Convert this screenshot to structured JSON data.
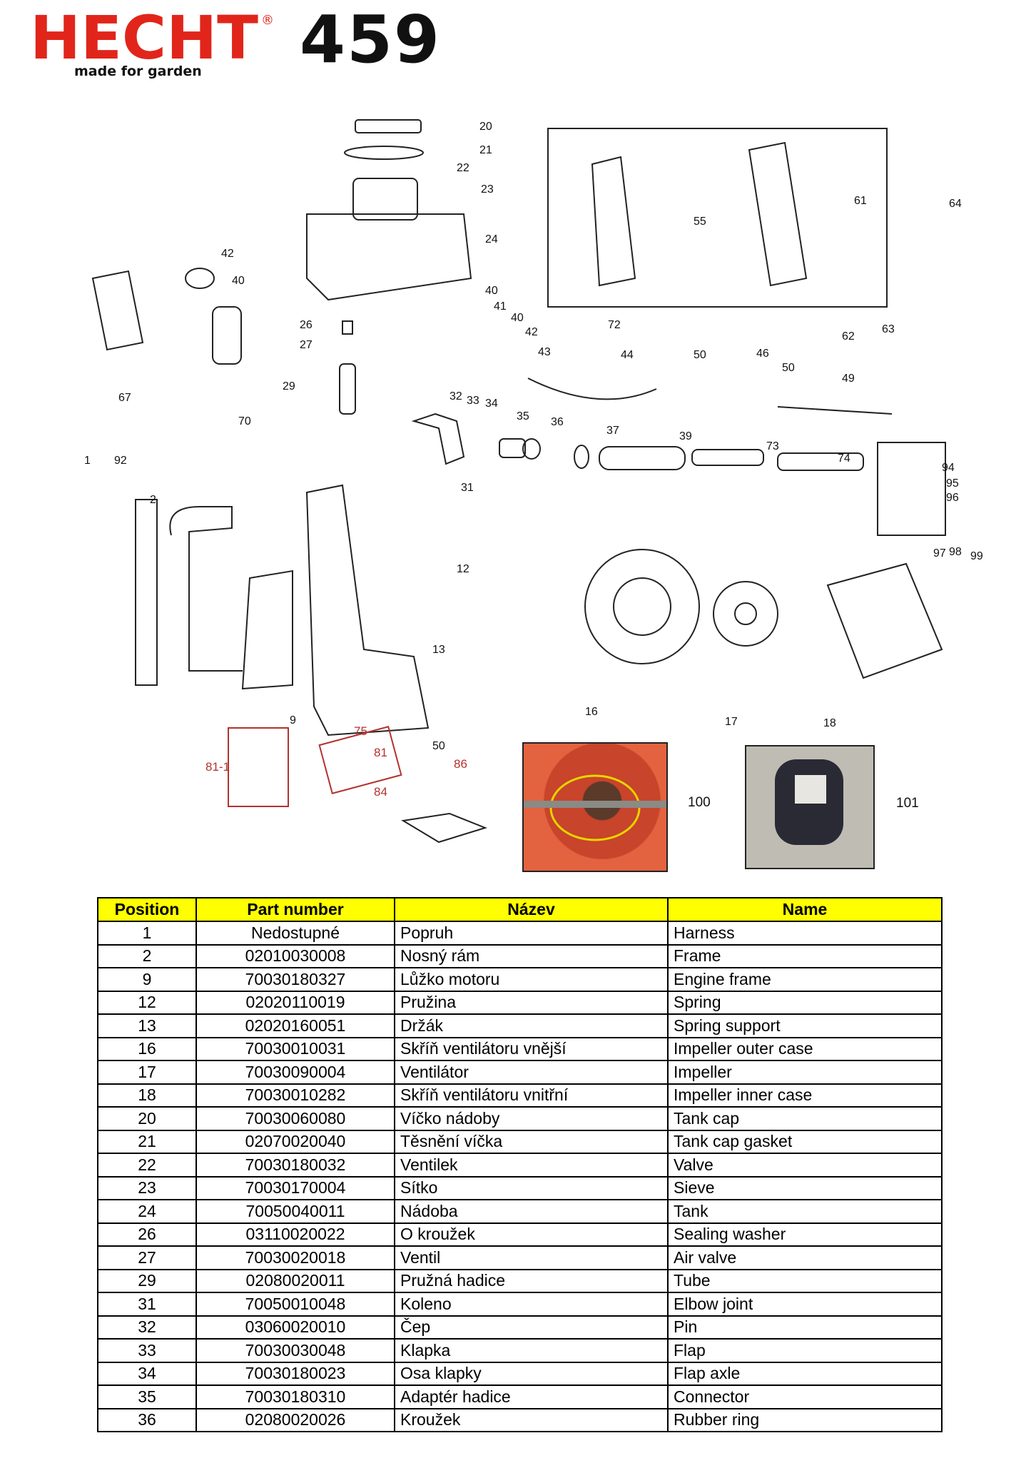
{
  "brand": {
    "logo_text": "HECHT",
    "registered_mark": "®",
    "tagline": "made for garden",
    "model": "459",
    "logo_color": "#e1251b"
  },
  "diagram": {
    "callouts": [
      "20",
      "21",
      "22",
      "23",
      "24",
      "42",
      "40",
      "67",
      "70",
      "26",
      "27",
      "29",
      "40",
      "41",
      "40",
      "42",
      "43",
      "44",
      "50",
      "46",
      "50",
      "49",
      "32",
      "33",
      "34",
      "31",
      "35",
      "36",
      "37",
      "39",
      "73",
      "74",
      "94",
      "95",
      "96",
      "97",
      "98",
      "99",
      "55",
      "61",
      "64",
      "72",
      "62",
      "63",
      "1",
      "92",
      "2",
      "12",
      "13",
      "9",
      "16",
      "17",
      "18"
    ],
    "red_callouts": [
      "75",
      "81",
      "81-1",
      "84",
      "86"
    ],
    "red_plain_callouts": [
      "50"
    ],
    "photo_labels": [
      "100",
      "101"
    ]
  },
  "table": {
    "columns": [
      "Position",
      "Part number",
      "Název",
      "Name"
    ],
    "rows": [
      [
        "1",
        "Nedostupné",
        "Popruh",
        "Harness"
      ],
      [
        "2",
        "02010030008",
        "Nosný rám",
        "Frame"
      ],
      [
        "9",
        "70030180327",
        "Lůžko motoru",
        "Engine frame"
      ],
      [
        "12",
        "02020110019",
        "Pružina",
        "Spring"
      ],
      [
        "13",
        "02020160051",
        "Držák",
        "Spring support"
      ],
      [
        "16",
        "70030010031",
        "Skříň ventilátoru vnější",
        "Impeller outer case"
      ],
      [
        "17",
        "70030090004",
        "Ventilátor",
        "Impeller"
      ],
      [
        "18",
        "70030010282",
        "Skříň ventilátoru vnitřní",
        "Impeller inner case"
      ],
      [
        "20",
        "70030060080",
        "Víčko nádoby",
        "Tank cap"
      ],
      [
        "21",
        "02070020040",
        "Těsnění víčka",
        "Tank cap gasket"
      ],
      [
        "22",
        "70030180032",
        "Ventilek",
        "Valve"
      ],
      [
        "23",
        "70030170004",
        "Sítko",
        "Sieve"
      ],
      [
        "24",
        "70050040011",
        "Nádoba",
        "Tank"
      ],
      [
        "26",
        "03110020022",
        "O kroužek",
        "Sealing washer"
      ],
      [
        "27",
        "70030020018",
        "Ventil",
        "Air valve"
      ],
      [
        "29",
        "02080020011",
        "Pružná hadice",
        "Tube"
      ],
      [
        "31",
        "70050010048",
        "Koleno",
        "Elbow joint"
      ],
      [
        "32",
        "03060020010",
        "Čep",
        "Pin"
      ],
      [
        "33",
        "70030030048",
        "Klapka",
        "Flap"
      ],
      [
        "34",
        "70030180023",
        "Osa klapky",
        "Flap axle"
      ],
      [
        "35",
        "70030180310",
        "Adaptér hadice",
        "Connector"
      ],
      [
        "36",
        "02080020026",
        "Kroužek",
        "Rubber ring"
      ]
    ]
  }
}
